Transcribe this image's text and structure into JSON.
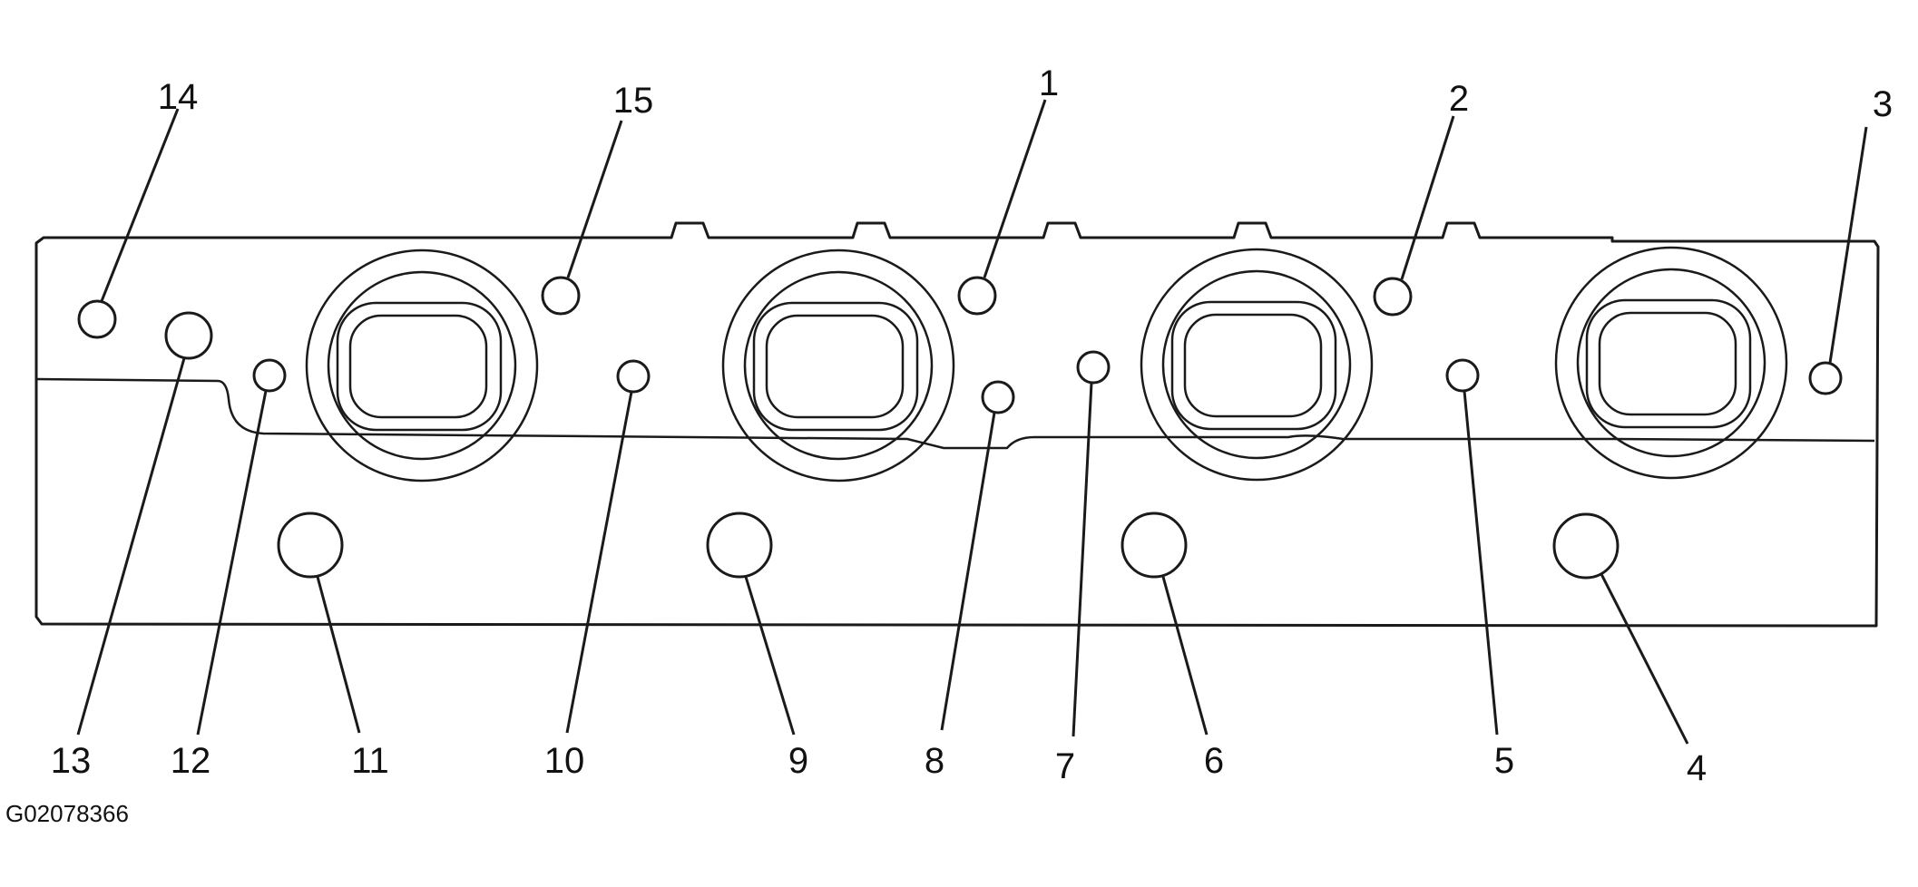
{
  "figure": {
    "id": "G02078366",
    "callouts": [
      "1",
      "2",
      "3",
      "4",
      "5",
      "6",
      "7",
      "8",
      "9",
      "10",
      "11",
      "12",
      "13",
      "14",
      "15"
    ]
  }
}
